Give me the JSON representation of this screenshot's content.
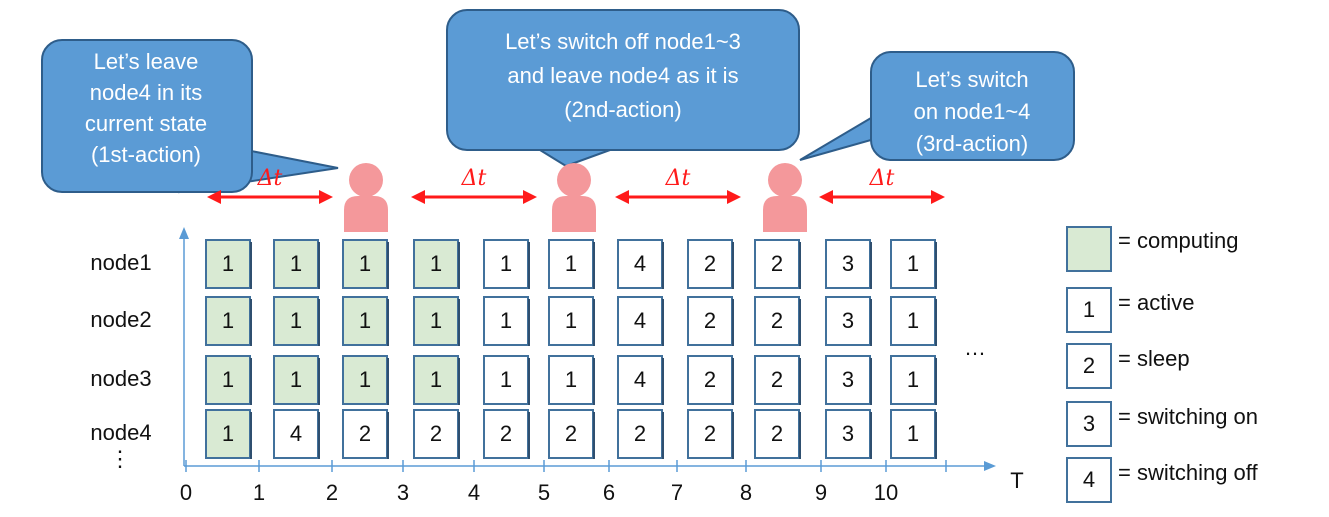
{
  "bubbles": [
    {
      "lines": [
        "Let’s leave",
        "node4 in its",
        "current state",
        "(1st-action)"
      ]
    },
    {
      "lines": [
        "Let’s switch off node1~3",
        "and leave node4 as it is",
        "(2nd-action)"
      ]
    },
    {
      "lines": [
        "Let’s switch",
        "on node1~4",
        "(3rd-action)"
      ]
    }
  ],
  "interval_label": "Δt",
  "nodes": [
    "node1",
    "node2",
    "node3",
    "node4"
  ],
  "node_more": "⋮",
  "column_more": "…",
  "states": [
    [
      "1",
      "1",
      "1",
      "1",
      "1",
      "1",
      "4",
      "2",
      "2",
      "3",
      "1"
    ],
    [
      "1",
      "1",
      "1",
      "1",
      "1",
      "1",
      "4",
      "2",
      "2",
      "3",
      "1"
    ],
    [
      "1",
      "1",
      "1",
      "1",
      "1",
      "1",
      "4",
      "2",
      "2",
      "3",
      "1"
    ],
    [
      "1",
      "4",
      "2",
      "2",
      "2",
      "2",
      "2",
      "2",
      "2",
      "3",
      "1"
    ]
  ],
  "computing": [
    [
      true,
      true,
      true,
      true,
      false,
      false,
      false,
      false,
      false,
      false,
      false
    ],
    [
      true,
      true,
      true,
      true,
      false,
      false,
      false,
      false,
      false,
      false,
      false
    ],
    [
      true,
      true,
      true,
      true,
      false,
      false,
      false,
      false,
      false,
      false,
      false
    ],
    [
      true,
      false,
      false,
      false,
      false,
      false,
      false,
      false,
      false,
      false,
      false
    ]
  ],
  "axis": {
    "ticks": [
      "0",
      "1",
      "2",
      "3",
      "4",
      "5",
      "6",
      "7",
      "8",
      "9",
      "10"
    ],
    "label": "T"
  },
  "legend": [
    {
      "symbol": "",
      "fill": "#d9ead3",
      "label": "= computing"
    },
    {
      "symbol": "1",
      "fill": "#ffffff",
      "label": "= active"
    },
    {
      "symbol": "2",
      "fill": "#ffffff",
      "label": "= sleep"
    },
    {
      "symbol": "3",
      "fill": "#ffffff",
      "label": "= switching on"
    },
    {
      "symbol": "4",
      "fill": "#ffffff",
      "label": "= switching off"
    }
  ],
  "colors": {
    "bubble_fill": "#5b9bd5",
    "bubble_stroke": "#2e5d8a",
    "arrow": "#ff1a1a",
    "person": "#f4989b",
    "cell_border": "#41719c",
    "computing_fill": "#d9ead3",
    "axis": "#5b9bd5"
  }
}
